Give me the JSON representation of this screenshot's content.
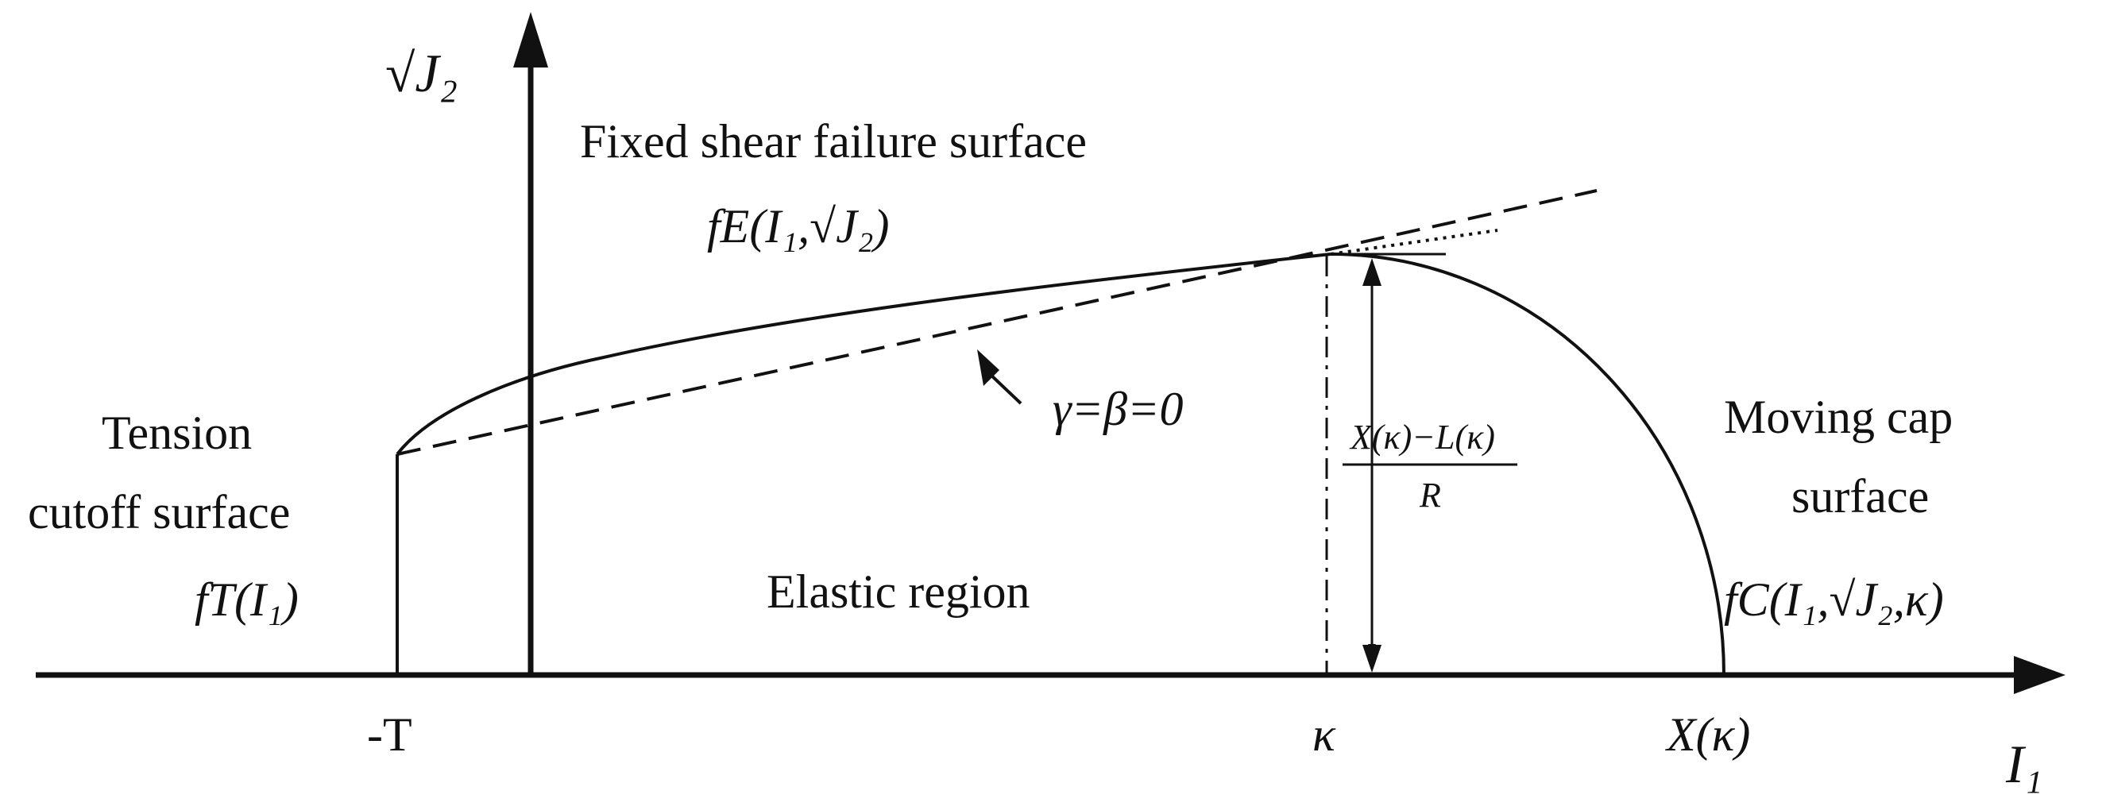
{
  "axes": {
    "y_label": "√J₂",
    "x_label": "I₁"
  },
  "surfaces": {
    "shear_title": "Fixed shear failure surface",
    "shear_func": "fE(I₁,√J₂)",
    "tension_line1": "Tension",
    "tension_line2": "cutoff surface",
    "tension_func": "fT(I₁)",
    "cap_line1": "Moving cap",
    "cap_line2": "surface",
    "cap_func": "fC(I₁,√J₂,κ)"
  },
  "region_label": "Elastic region",
  "annotation": "γ=β=0",
  "fraction": {
    "numerator": "X(κ)−L(κ)",
    "denominator": "R"
  },
  "ticks": {
    "neg_T": "-T",
    "kappa": "κ",
    "x_kappa": "X(κ)"
  }
}
